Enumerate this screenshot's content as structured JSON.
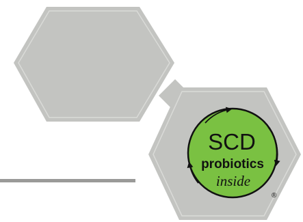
{
  "logo": {
    "line1": "SCD",
    "line2": "probiotics",
    "line3": "inside",
    "mark": "®"
  },
  "colors": {
    "hexagon_fill": "#c3c4c1",
    "hexagon_inner_line": "#dadbd8",
    "badge_green": "#7ac142",
    "badge_outline": "#111111",
    "rule_line": "#9a9a98"
  },
  "icons": {
    "large_hexagon": "hexagon-shape",
    "small_hexagon": "hexagon-shape",
    "cycle_arrows": "circular-arrows-icon"
  }
}
